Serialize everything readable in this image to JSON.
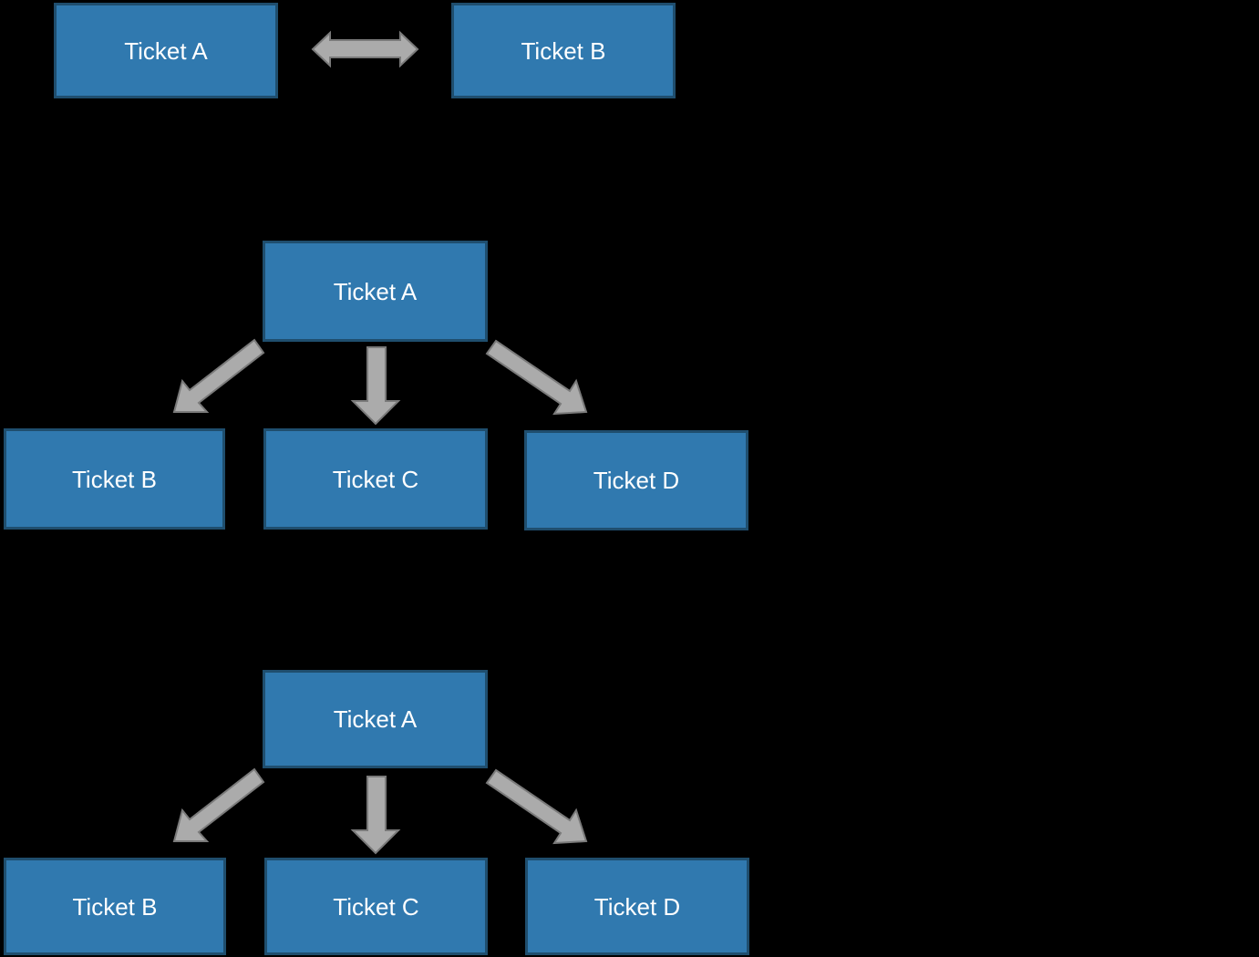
{
  "diagram": {
    "colors": {
      "background": "#000000",
      "node_fill": "#3079AF",
      "node_border": "#1F4E6E",
      "node_text": "#FFFFFF",
      "arrow_fill": "#ABABAB",
      "arrow_outline": "#7A7A7A"
    },
    "sections": [
      {
        "name": "bidirectional-pair",
        "nodes": [
          {
            "label": "Ticket A"
          },
          {
            "label": "Ticket B"
          }
        ],
        "connections": [
          {
            "from": "Ticket A",
            "to": "Ticket B",
            "direction": "bidirectional"
          }
        ]
      },
      {
        "name": "one-to-many-upper",
        "nodes": [
          {
            "label": "Ticket A"
          },
          {
            "label": "Ticket B"
          },
          {
            "label": "Ticket C"
          },
          {
            "label": "Ticket D"
          }
        ],
        "connections": [
          {
            "from": "Ticket A",
            "to": "Ticket B",
            "direction": "one-way"
          },
          {
            "from": "Ticket A",
            "to": "Ticket C",
            "direction": "one-way"
          },
          {
            "from": "Ticket A",
            "to": "Ticket D",
            "direction": "one-way"
          }
        ]
      },
      {
        "name": "one-to-many-lower",
        "nodes": [
          {
            "label": "Ticket A"
          },
          {
            "label": "Ticket B"
          },
          {
            "label": "Ticket C"
          },
          {
            "label": "Ticket D"
          }
        ],
        "connections": [
          {
            "from": "Ticket A",
            "to": "Ticket B",
            "direction": "one-way"
          },
          {
            "from": "Ticket A",
            "to": "Ticket C",
            "direction": "one-way"
          },
          {
            "from": "Ticket A",
            "to": "Ticket D",
            "direction": "one-way"
          }
        ]
      }
    ]
  }
}
